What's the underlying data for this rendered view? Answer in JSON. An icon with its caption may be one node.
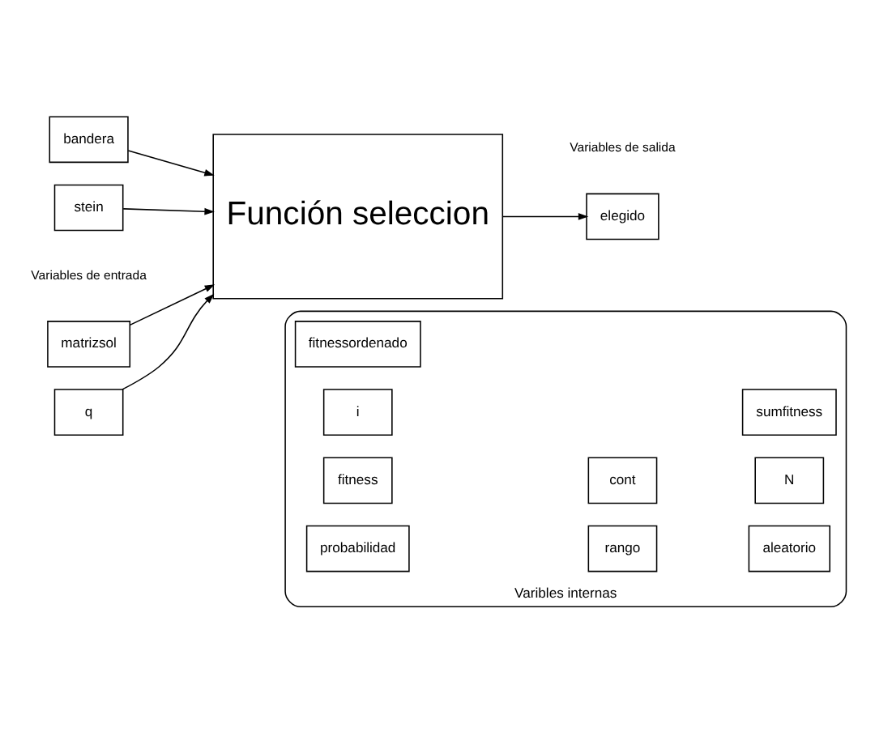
{
  "diagram": {
    "nodes": [
      {
        "text": [
          "matrizsol"
        ]
      },
      {
        "text": [
          "stein"
        ]
      },
      {
        "text": [
          "bandera"
        ]
      },
      {
        "text": [
          "q"
        ]
      },
      {
        "text": [
          "Función seleccion"
        ]
      },
      {
        "text": [
          "elegido"
        ]
      },
      {
        "text": [
          "Varibles internas"
        ]
      },
      {
        "text": [
          "rango"
        ],
        "in": 6
      },
      {
        "text": [
          "fitnessordenado"
        ],
        "in": 6
      },
      {
        "text": [
          "aleatorio"
        ],
        "in": 6
      },
      {
        "text": [
          "i"
        ],
        "in": 6
      },
      {
        "text": [
          "cont"
        ],
        "in": 6
      },
      {
        "text": [
          "N"
        ],
        "in": 6
      },
      {
        "text": [
          "fitness"
        ],
        "in": 6
      },
      {
        "text": [
          "sumfitness"
        ],
        "in": 6
      },
      {
        "text": [
          "probabilidad"
        ],
        "in": 6
      }
    ],
    "edges": [
      {
        "from": 0,
        "to": 4,
        "arrow": "to"
      },
      {
        "from": 1,
        "to": 4,
        "arrow": "to"
      },
      {
        "from": 2,
        "to": 4,
        "arrow": "to"
      },
      {
        "from": 3,
        "to": 4,
        "arrow": "to"
      },
      {
        "from": 4,
        "to": 5,
        "arrow": "to"
      }
    ],
    "labels": [
      "Variables de entrada",
      "Variables de salida"
    ]
  }
}
